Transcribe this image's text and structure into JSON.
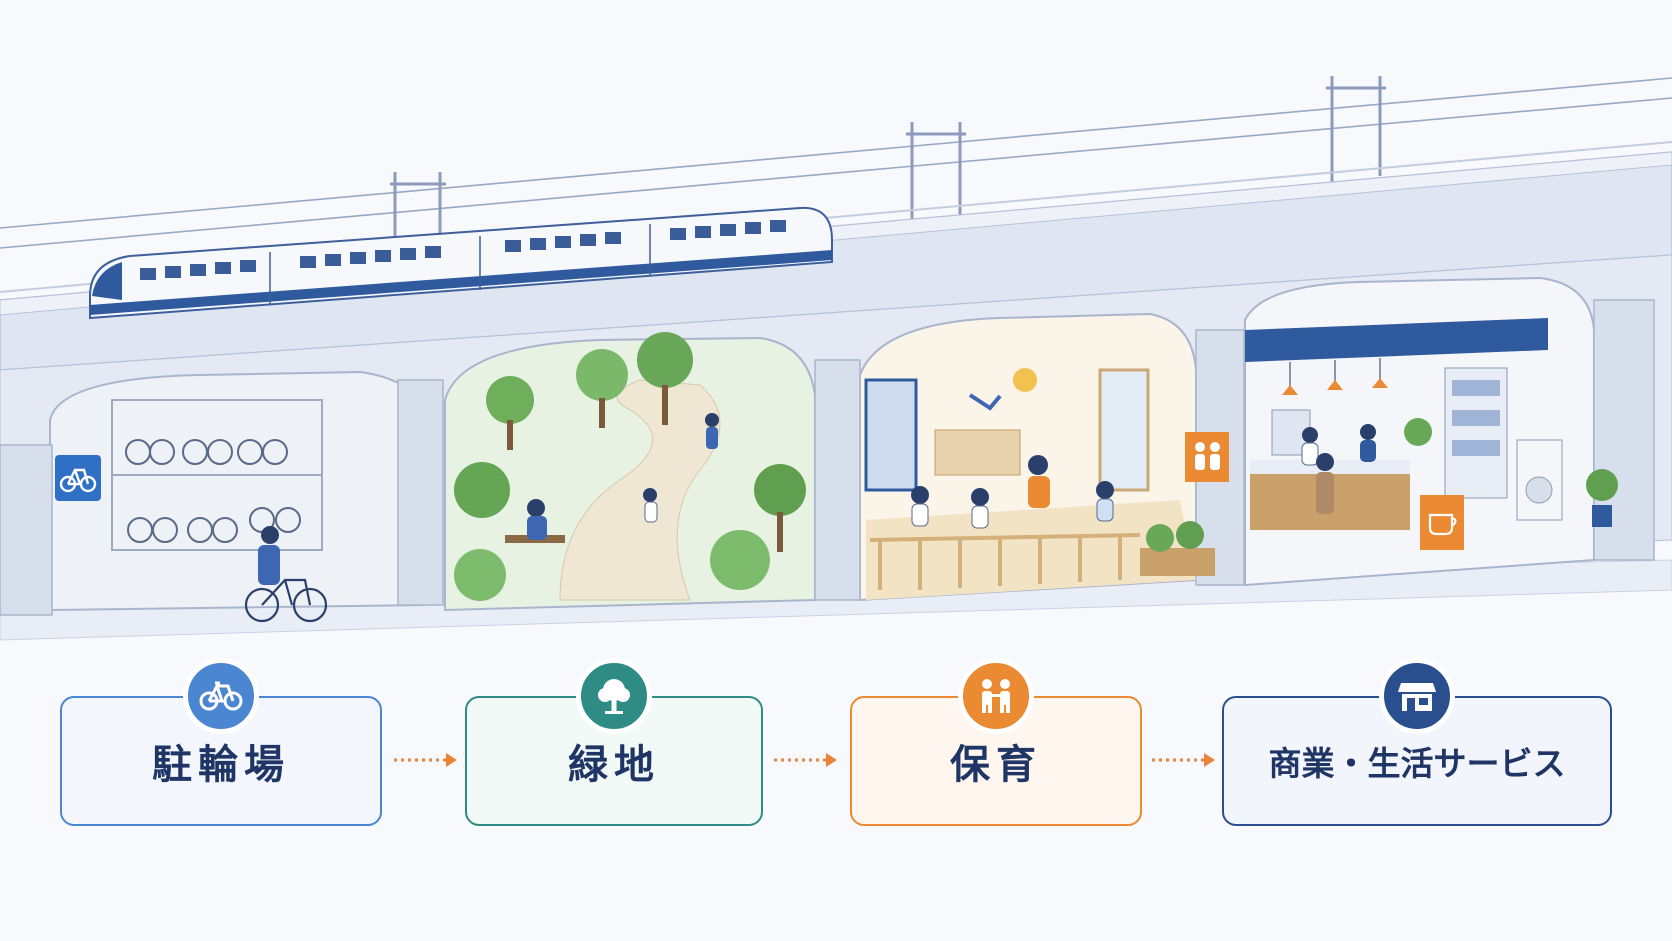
{
  "colors": {
    "blue": "#4a86d1",
    "teal": "#2e8c85",
    "orange": "#ea8a33",
    "navy": "#2a4f8f",
    "arrow": "#e8843a"
  },
  "scene": {
    "signs": {
      "parking_sign_icon": "bicycle-icon",
      "childcare_sign_icon": "children-icon",
      "cafe_sign_icon": "coffee-cup-icon"
    }
  },
  "flow": [
    {
      "id": "bike",
      "label": "駐輪場",
      "icon": "bicycle-icon",
      "color": "#4a86d1",
      "bg": "#f3f7fd"
    },
    {
      "id": "green",
      "label": "緑地",
      "icon": "tree-icon",
      "color": "#2e8c85",
      "bg": "#f2faf8"
    },
    {
      "id": "care",
      "label": "保育",
      "icon": "children-icon",
      "color": "#ea8a33",
      "bg": "#fff7ef"
    },
    {
      "id": "shop",
      "label": "商業・生活サービス",
      "icon": "storefront-icon",
      "color": "#2a4f8f",
      "bg": "#f2f5fb"
    }
  ]
}
